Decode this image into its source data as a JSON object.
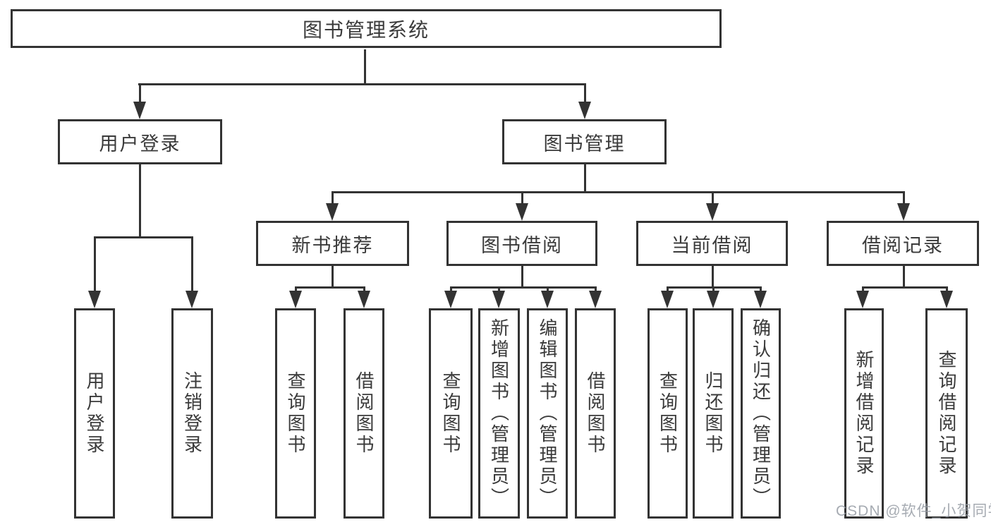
{
  "diagram_type": "hierarchy-org-chart",
  "colors": {
    "line": "#333333",
    "text": "#3a3a3a",
    "background": "#ffffff",
    "watermark": "#9aa0a7"
  },
  "watermark": {
    "text": "CSDN @软件_小贺同学"
  },
  "tree": {
    "root": {
      "label": "图书管理系统",
      "children": [
        {
          "label": "用户登录",
          "children": [
            {
              "label": "用户登录"
            },
            {
              "label": "注销登录"
            }
          ]
        },
        {
          "label": "图书管理",
          "children": [
            {
              "label": "新书推荐",
              "children": [
                {
                  "label": "查询图书"
                },
                {
                  "label": "借阅图书"
                }
              ]
            },
            {
              "label": "图书借阅",
              "children": [
                {
                  "label": "查询图书"
                },
                {
                  "label": "新增图书（管理员）"
                },
                {
                  "label": "编辑图书（管理员）"
                },
                {
                  "label": "借阅图书"
                }
              ]
            },
            {
              "label": "当前借阅",
              "children": [
                {
                  "label": "查询图书"
                },
                {
                  "label": "归还图书"
                },
                {
                  "label": "确认归还（管理员）"
                }
              ]
            },
            {
              "label": "借阅记录",
              "children": [
                {
                  "label": "新增借阅记录"
                },
                {
                  "label": "查询借阅记录"
                }
              ]
            }
          ]
        }
      ]
    }
  }
}
